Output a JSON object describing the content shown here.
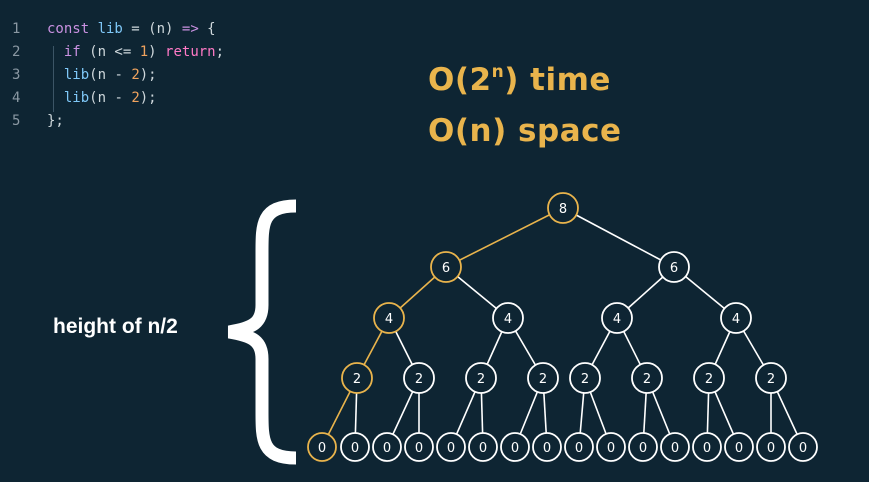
{
  "code": {
    "lines": [
      {
        "num": "1",
        "tokens": [
          {
            "t": "const ",
            "c": "kw"
          },
          {
            "t": "lib",
            "c": "fn"
          },
          {
            "t": " = (n) ",
            "c": ""
          },
          {
            "t": "=>",
            "c": "kw"
          },
          {
            "t": " {",
            "c": ""
          }
        ]
      },
      {
        "num": "2",
        "tokens": [
          {
            "t": "  ",
            "c": ""
          },
          {
            "t": "if",
            "c": "kw"
          },
          {
            "t": " (n <= ",
            "c": ""
          },
          {
            "t": "1",
            "c": "num"
          },
          {
            "t": ") ",
            "c": ""
          },
          {
            "t": "return",
            "c": "ret"
          },
          {
            "t": ";",
            "c": ""
          }
        ]
      },
      {
        "num": "3",
        "tokens": [
          {
            "t": "  ",
            "c": ""
          },
          {
            "t": "lib",
            "c": "fn"
          },
          {
            "t": "(n - ",
            "c": ""
          },
          {
            "t": "2",
            "c": "num"
          },
          {
            "t": ");",
            "c": ""
          }
        ]
      },
      {
        "num": "4",
        "tokens": [
          {
            "t": "  ",
            "c": ""
          },
          {
            "t": "lib",
            "c": "fn"
          },
          {
            "t": "(n - ",
            "c": ""
          },
          {
            "t": "2",
            "c": "num"
          },
          {
            "t": ");",
            "c": ""
          }
        ]
      },
      {
        "num": "5",
        "tokens": [
          {
            "t": "};",
            "c": ""
          }
        ]
      }
    ]
  },
  "complexity": {
    "time_prefix": "O(2",
    "time_exp": "n",
    "time_suffix": ") time",
    "space": "O(n) space"
  },
  "height_label": "height of n/2",
  "tree": {
    "root": 8,
    "levels": [
      [
        8
      ],
      [
        6,
        6
      ],
      [
        4,
        4,
        4,
        4
      ],
      [
        2,
        2,
        2,
        2,
        2,
        2,
        2,
        2
      ],
      [
        0,
        0,
        0,
        0,
        0,
        0,
        0,
        0,
        0,
        0,
        0,
        0,
        0,
        0,
        0,
        0
      ]
    ],
    "highlight_path": [
      0,
      0,
      0,
      0,
      0
    ]
  },
  "colors": {
    "background": "#0e2533",
    "accent": "#e9b44c",
    "edge": "#ffffff",
    "node_fill": "#0e2533"
  }
}
